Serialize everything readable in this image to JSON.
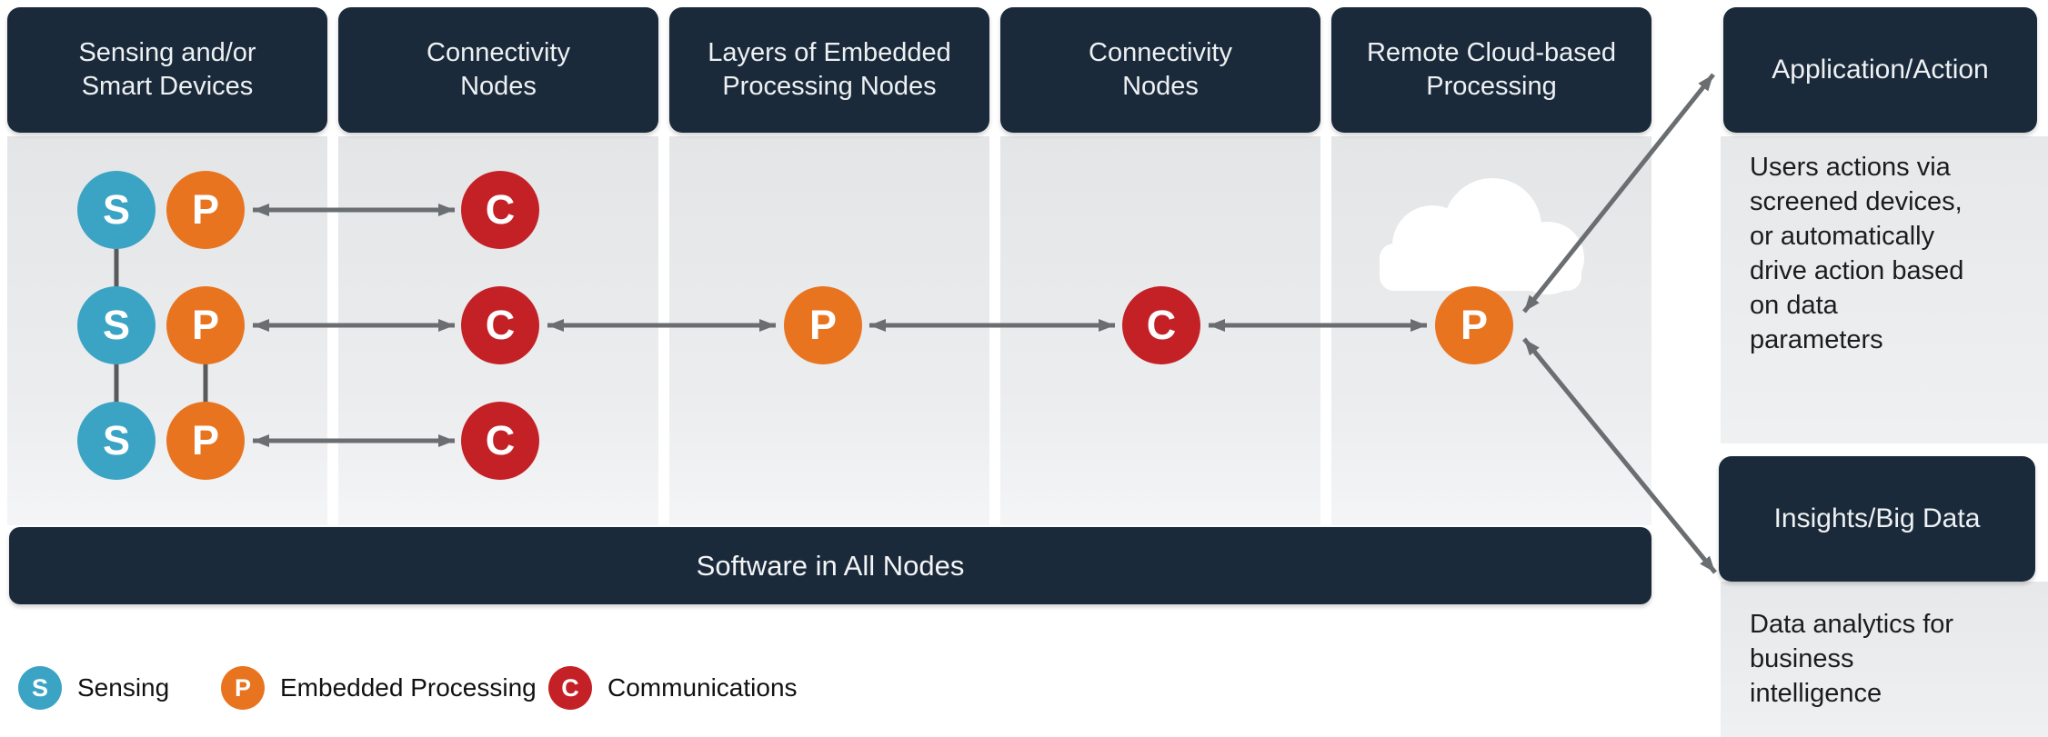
{
  "columns": [
    {
      "title": "Sensing and/or\nSmart Devices"
    },
    {
      "title": "Connectivity\nNodes"
    },
    {
      "title": "Layers of Embedded\nProcessing Nodes"
    },
    {
      "title": "Connectivity\nNodes"
    },
    {
      "title": "Remote Cloud-based\nProcessing"
    }
  ],
  "bottom_bar": {
    "label": "Software in All Nodes"
  },
  "right_panel": {
    "application": {
      "title": "Application/Action",
      "body": "Users actions via\nscreened devices,\nor automatically\ndrive action based\non data\nparameters"
    },
    "insights": {
      "title": "Insights/Big Data",
      "body": "Data analytics for\nbusiness\nintelligence"
    }
  },
  "nodes": {
    "sensing": "S",
    "processing": "P",
    "communications": "C"
  },
  "legend": [
    {
      "letter": "S",
      "label": "Sensing",
      "color": "#3ba4c5"
    },
    {
      "letter": "P",
      "label": "Embedded Processing",
      "color": "#e87420"
    },
    {
      "letter": "C",
      "label": "Communications",
      "color": "#c42127"
    }
  ],
  "colors": {
    "header_navy": "#1b2a3a",
    "sensing_teal": "#3ba4c5",
    "processing_orange": "#e87420",
    "communications_red": "#c42127",
    "arrow_gray": "#6a6e71",
    "column_gray": "#e6e8ea",
    "cloud_white": "#ffffff"
  }
}
